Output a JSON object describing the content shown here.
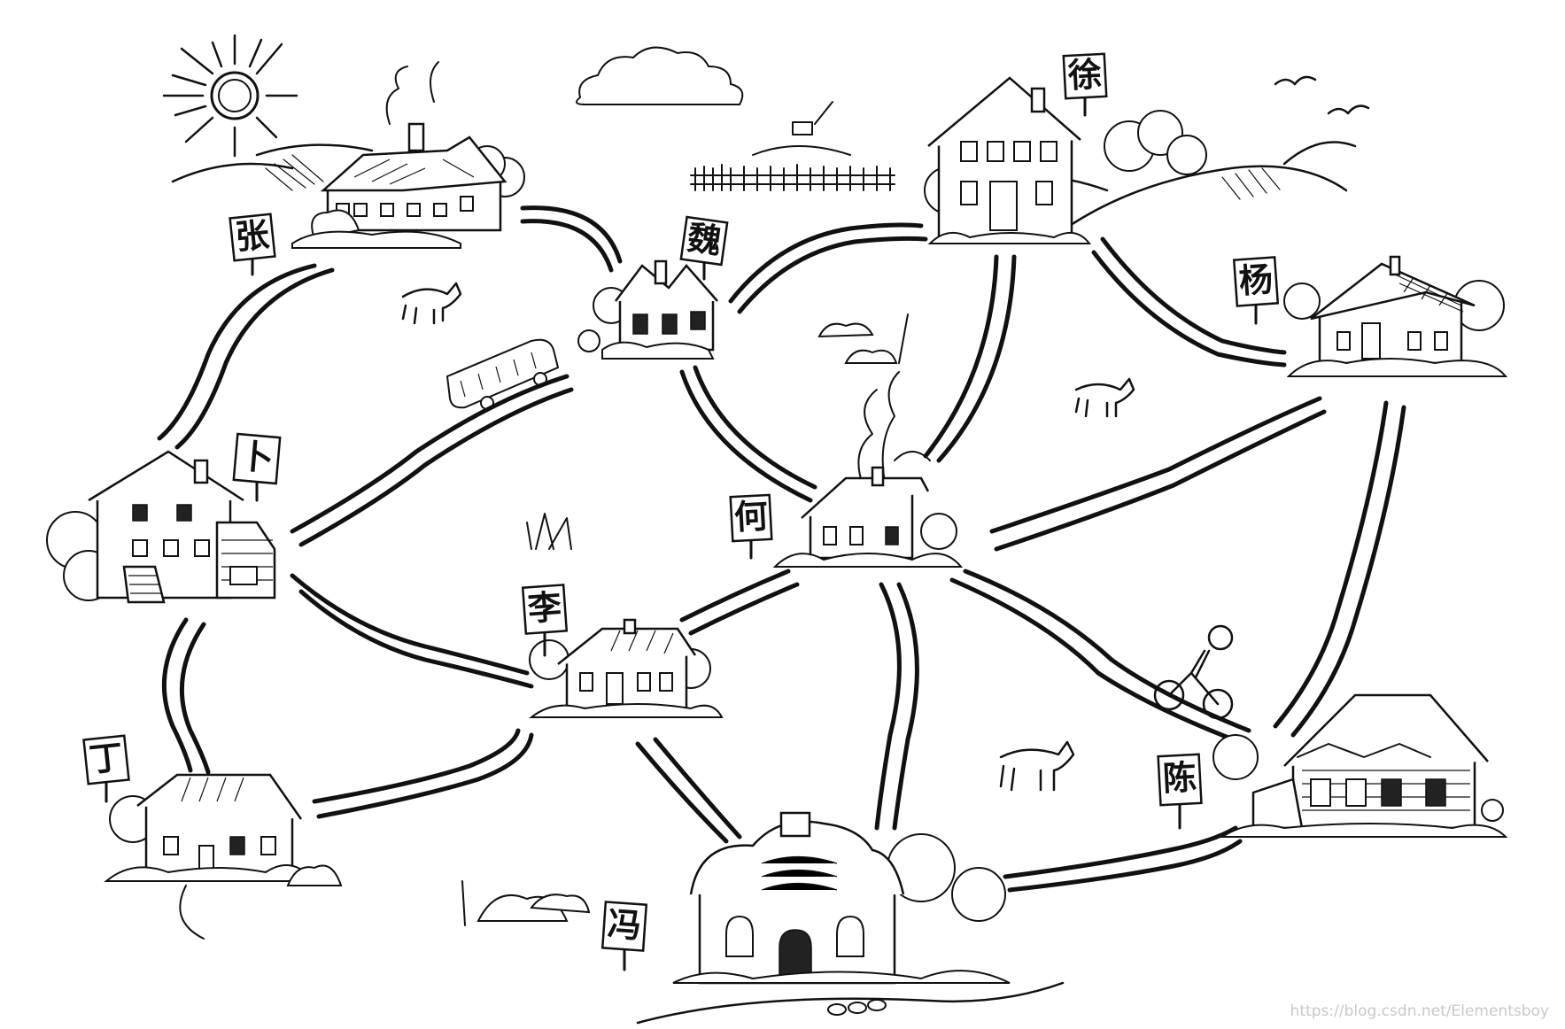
{
  "houses": [
    {
      "id": "zhang",
      "label": "张"
    },
    {
      "id": "wei",
      "label": "魏"
    },
    {
      "id": "xu",
      "label": "徐"
    },
    {
      "id": "yang",
      "label": "杨"
    },
    {
      "id": "bu",
      "label": "卜"
    },
    {
      "id": "he",
      "label": "何"
    },
    {
      "id": "li",
      "label": "李"
    },
    {
      "id": "ding",
      "label": "丁"
    },
    {
      "id": "feng",
      "label": "冯"
    },
    {
      "id": "chen",
      "label": "陈"
    }
  ],
  "roads": [
    [
      "zhang",
      "wei"
    ],
    [
      "zhang",
      "bu"
    ],
    [
      "wei",
      "xu"
    ],
    [
      "wei",
      "bu"
    ],
    [
      "wei",
      "he"
    ],
    [
      "xu",
      "he"
    ],
    [
      "xu",
      "yang"
    ],
    [
      "yang",
      "he"
    ],
    [
      "yang",
      "chen"
    ],
    [
      "bu",
      "li"
    ],
    [
      "bu",
      "ding"
    ],
    [
      "li",
      "he"
    ],
    [
      "li",
      "ding"
    ],
    [
      "li",
      "feng"
    ],
    [
      "he",
      "feng"
    ],
    [
      "he",
      "chen"
    ],
    [
      "feng",
      "chen"
    ]
  ],
  "watermark": "https://blog.csdn.net/Elementsboy"
}
